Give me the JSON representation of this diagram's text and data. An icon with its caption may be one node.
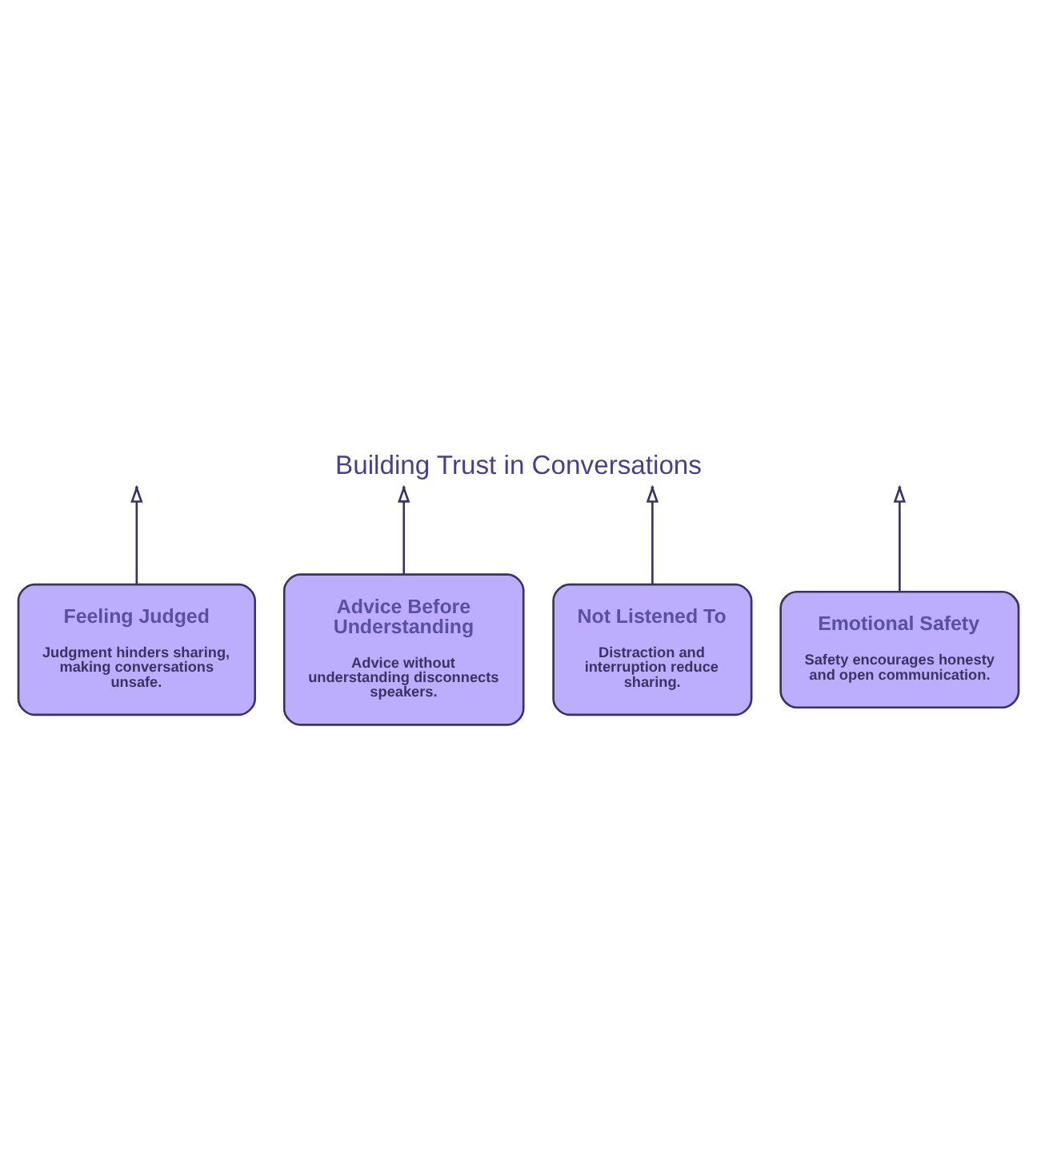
{
  "diagram": {
    "title": "Building Trust in Conversations",
    "nodes": [
      {
        "text": [
          "Feeling Judged",
          "Judgment hinders sharing, making conversations unsafe."
        ]
      },
      {
        "text": [
          "Advice Before Understanding",
          "Advice without understanding disconnects speakers."
        ]
      },
      {
        "text": [
          "Not Listened To",
          "Distraction and interruption reduce sharing."
        ]
      },
      {
        "text": [
          "Emotional Safety",
          "Safety encourages honesty and open communication."
        ]
      }
    ],
    "edges": [
      {
        "from": 0,
        "to": null,
        "arrow": "to"
      },
      {
        "from": 2,
        "to": null,
        "arrow": "to"
      },
      {
        "from": 3,
        "to": null,
        "arrow": "to"
      },
      {
        "from": 1,
        "to": null,
        "arrow": "to"
      }
    ]
  }
}
